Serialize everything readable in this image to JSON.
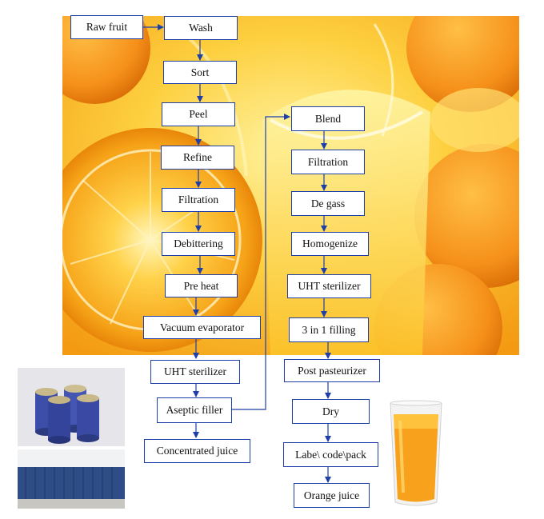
{
  "flow": {
    "raw_fruit": "Raw fruit",
    "wash": "Wash",
    "sort": "Sort",
    "peel": "Peel",
    "refine": "Refine",
    "filtration_1": "Filtration",
    "debittering": "Debittering",
    "pre_heat": "Pre heat",
    "vacuum_evaporator": "Vacuum evaporator",
    "uht_sterilizer_1": "UHT sterilizer",
    "aseptic_filler": "Aseptic filler",
    "concentrated_juice": "Concentrated juice",
    "blend": "Blend",
    "filtration_2": "Filtration",
    "de_gass": "De gass",
    "homogenize": "Homogenize",
    "uht_sterilizer_2": "UHT sterilizer",
    "three_in_one_filling": "3 in 1 filling",
    "post_pasteurizer": "Post pasteurizer",
    "dry": "Dry",
    "label_code_pack": "Labe\\ code\\pack",
    "orange_juice": "Orange juice"
  },
  "colors": {
    "arrow": "#1f3fa8",
    "box_border": "#1f3fa8",
    "background_orange": "#f6a21a"
  },
  "images": [
    "oranges-and-juice-glasses-photo",
    "concentrate-drums-photo",
    "shipping-container-photo",
    "orange-juice-glass-photo"
  ]
}
